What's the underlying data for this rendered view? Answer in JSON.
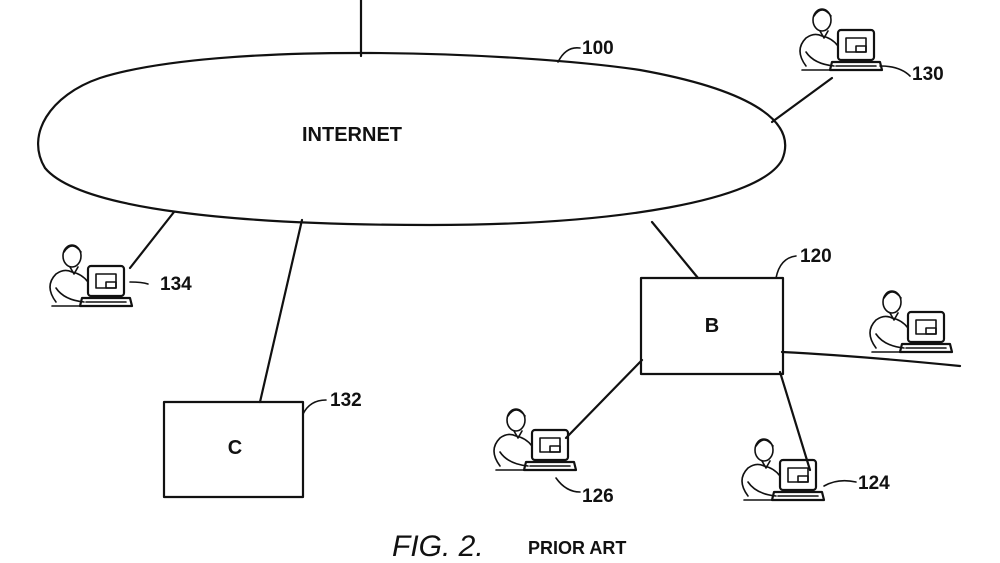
{
  "network": {
    "cloud_label": "INTERNET",
    "cloud_ref": "100"
  },
  "servers": {
    "b": {
      "label": "B",
      "ref": "120"
    },
    "c": {
      "label": "C",
      "ref": "132"
    }
  },
  "users": {
    "u130": {
      "ref": "130"
    },
    "u134": {
      "ref": "134"
    },
    "u126": {
      "ref": "126"
    },
    "u124": {
      "ref": "124"
    }
  },
  "caption": {
    "fig": "FIG.  2.",
    "note": "PRIOR ART"
  }
}
